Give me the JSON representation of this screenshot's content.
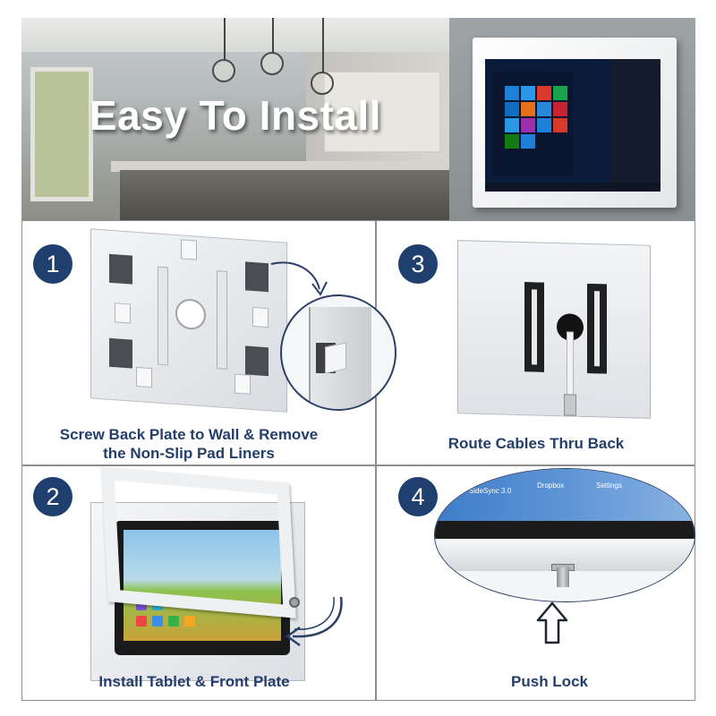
{
  "banner": {
    "title": "Easy To Install"
  },
  "steps": [
    {
      "number": "1",
      "caption_line1": "Screw Back Plate to Wall & Remove",
      "caption_line2": "the Non-Slip Pad Liners"
    },
    {
      "number": "3",
      "caption": "Route Cables Thru Back"
    },
    {
      "number": "2",
      "caption": "Install Tablet & Front Plate"
    },
    {
      "number": "4",
      "caption": "Push Lock"
    }
  ],
  "step4_screen_labels": {
    "app1": "SideSync 3.0",
    "app2": "Dropbox",
    "app3": "Settings"
  },
  "colors": {
    "badge": "#1f3f6e",
    "caption": "#243e6c",
    "border": "#8e8e8e",
    "banner_text": "#ffffff"
  }
}
